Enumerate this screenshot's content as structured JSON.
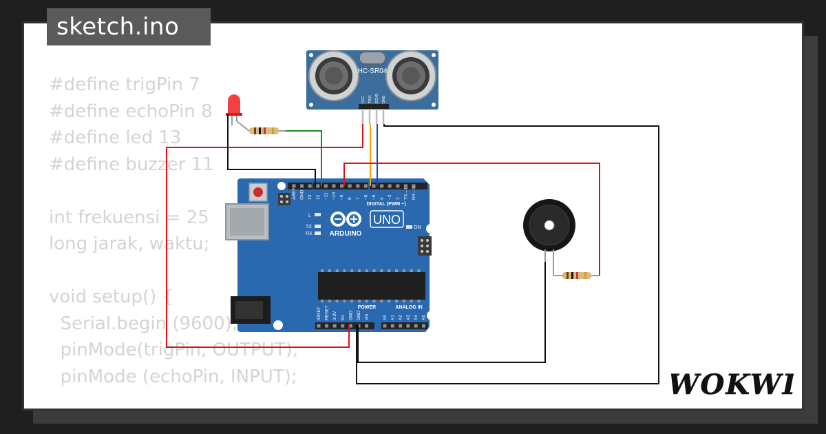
{
  "title": "sketch.ino",
  "code_lines": [
    "#define trigPin 7",
    "#define echoPin 8",
    "#define led 13",
    "#define buzzer 11",
    "",
    "int frekuensi = 25",
    "long jarak, waktu;",
    "",
    "void setup() {",
    "  Serial.begin (9600);",
    "  pinMode(trigPin, OUTPUT);",
    "  pinMode (echoPin, INPUT);"
  ],
  "sensor": {
    "label": "HC-SR04",
    "pins": [
      "VCC",
      "TRIG",
      "ECHO",
      "GND"
    ]
  },
  "arduino": {
    "brand": "ARDUINO",
    "model": "UNO",
    "digital_header": "DIGITAL (PWM ~)",
    "digital_pins": [
      "AREF",
      "GND",
      "13",
      "12",
      "~11",
      "~10",
      "~9",
      "8",
      "7",
      "~6",
      "~5",
      "4",
      "~3",
      "2",
      "TX→1",
      "RX←0"
    ],
    "power_header": "POWER",
    "analog_header": "ANALOG IN",
    "power_pins": [
      "IOREF",
      "RESET",
      "3.3V",
      "5V",
      "GND",
      "GND",
      "Vin"
    ],
    "analog_pins": [
      "A0",
      "A1",
      "A2",
      "A3",
      "A4",
      "A5"
    ],
    "led_labels": [
      "L",
      "TX",
      "RX",
      "ON"
    ]
  },
  "brand": {
    "name": "WOKWI"
  },
  "colors": {
    "wire_red": "#e01010",
    "wire_black": "#111111",
    "wire_green": "#1a8a1a",
    "wire_yellow": "#f0a800",
    "wire_blue": "#1c3ed8",
    "board": "#2a68b0",
    "sensor": "#3b6e9c"
  }
}
